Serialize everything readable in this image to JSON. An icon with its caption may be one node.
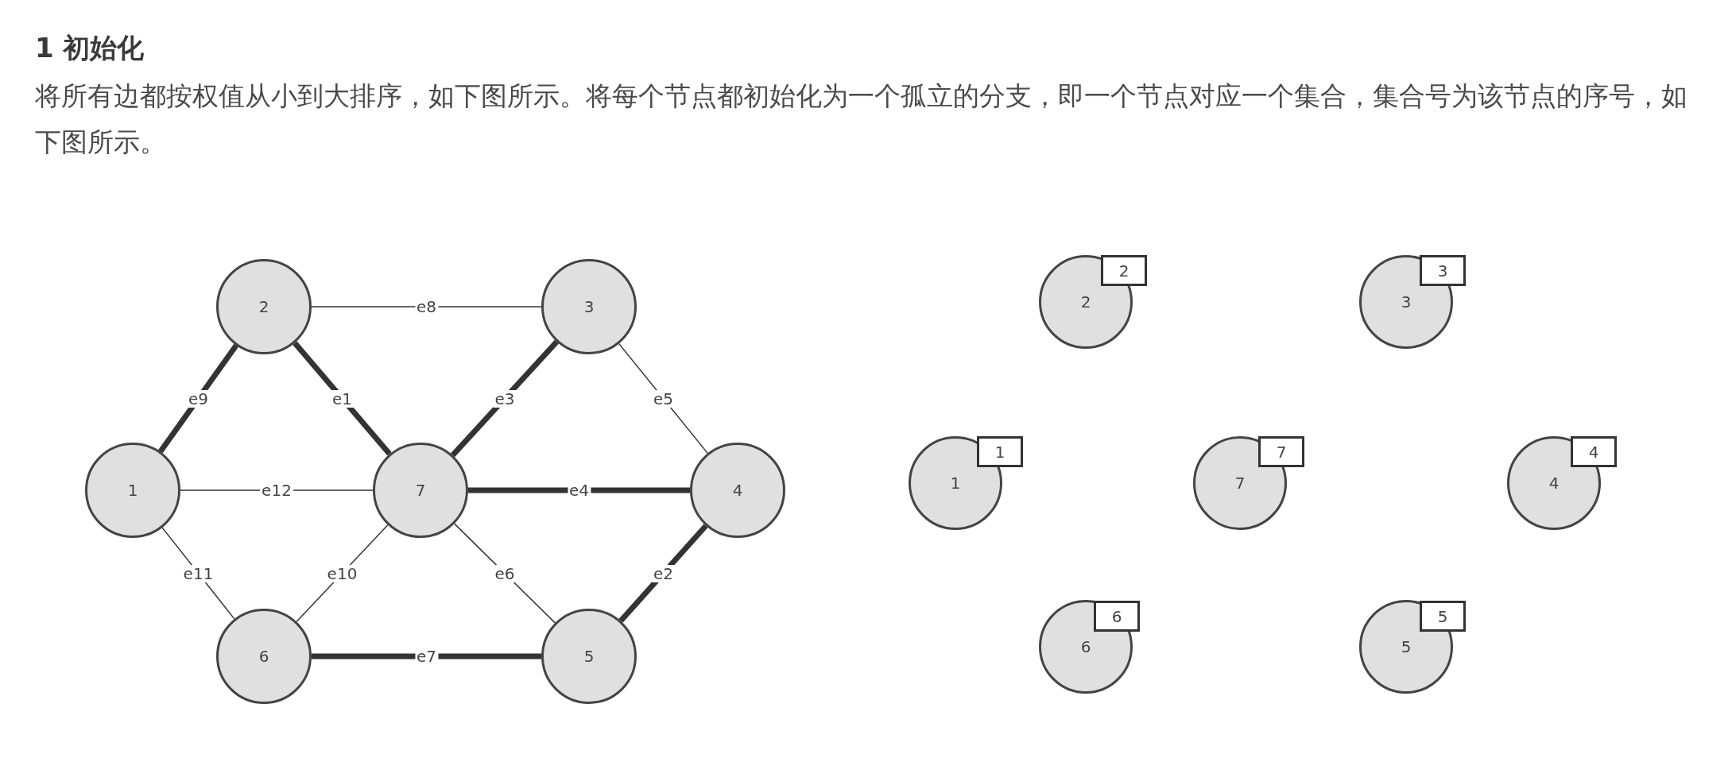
{
  "diagram": {
    "title": "1 初始化",
    "labels": [
      "将所有边都按权值从小到大排序，如下图所示。将每个节点都初始化为一个孤立的分支，即一个节点对应一个集合，集合号为该节点的序号，如下图所示。"
    ],
    "nodes": [
      {
        "text": [
          "2"
        ]
      },
      {
        "text": [
          "3"
        ]
      },
      {
        "text": [
          "1"
        ]
      },
      {
        "text": [
          "7"
        ]
      },
      {
        "text": [
          "4"
        ]
      },
      {
        "text": [
          "6"
        ]
      },
      {
        "text": [
          "5"
        ]
      },
      {
        "text": [
          "2"
        ]
      },
      {
        "text": [
          "2"
        ]
      },
      {
        "text": [
          "3"
        ]
      },
      {
        "text": [
          "3"
        ]
      },
      {
        "text": [
          "1"
        ]
      },
      {
        "text": [
          "1"
        ]
      },
      {
        "text": [
          "7"
        ]
      },
      {
        "text": [
          "7"
        ]
      },
      {
        "text": [
          "4"
        ]
      },
      {
        "text": [
          "4"
        ]
      },
      {
        "text": [
          "6"
        ]
      },
      {
        "text": [
          "6"
        ]
      },
      {
        "text": [
          "5"
        ]
      },
      {
        "text": [
          "5"
        ]
      }
    ],
    "edges": [
      {
        "from": 0,
        "to": 3,
        "arrow": "none",
        "label": "e1",
        "style": "thick"
      },
      {
        "from": 6,
        "to": 4,
        "arrow": "none",
        "label": "e2",
        "style": "thick"
      },
      {
        "from": 3,
        "to": 1,
        "arrow": "none",
        "label": "e3",
        "style": "thick"
      },
      {
        "from": 3,
        "to": 4,
        "arrow": "none",
        "label": "e4",
        "style": "thick"
      },
      {
        "from": 1,
        "to": 4,
        "arrow": "none",
        "label": "e5"
      },
      {
        "from": 3,
        "to": 6,
        "arrow": "none",
        "label": "e6"
      },
      {
        "from": 5,
        "to": 6,
        "arrow": "none",
        "label": "e7",
        "style": "thick"
      },
      {
        "from": 0,
        "to": 1,
        "arrow": "none",
        "label": "e8"
      },
      {
        "from": 2,
        "to": 0,
        "arrow": "none",
        "label": "e9",
        "style": "thick"
      },
      {
        "from": 5,
        "to": 3,
        "arrow": "none",
        "label": "e10"
      },
      {
        "from": 2,
        "to": 5,
        "arrow": "none",
        "label": "e11"
      },
      {
        "from": 2,
        "to": 3,
        "arrow": "none",
        "label": "e12"
      }
    ]
  }
}
